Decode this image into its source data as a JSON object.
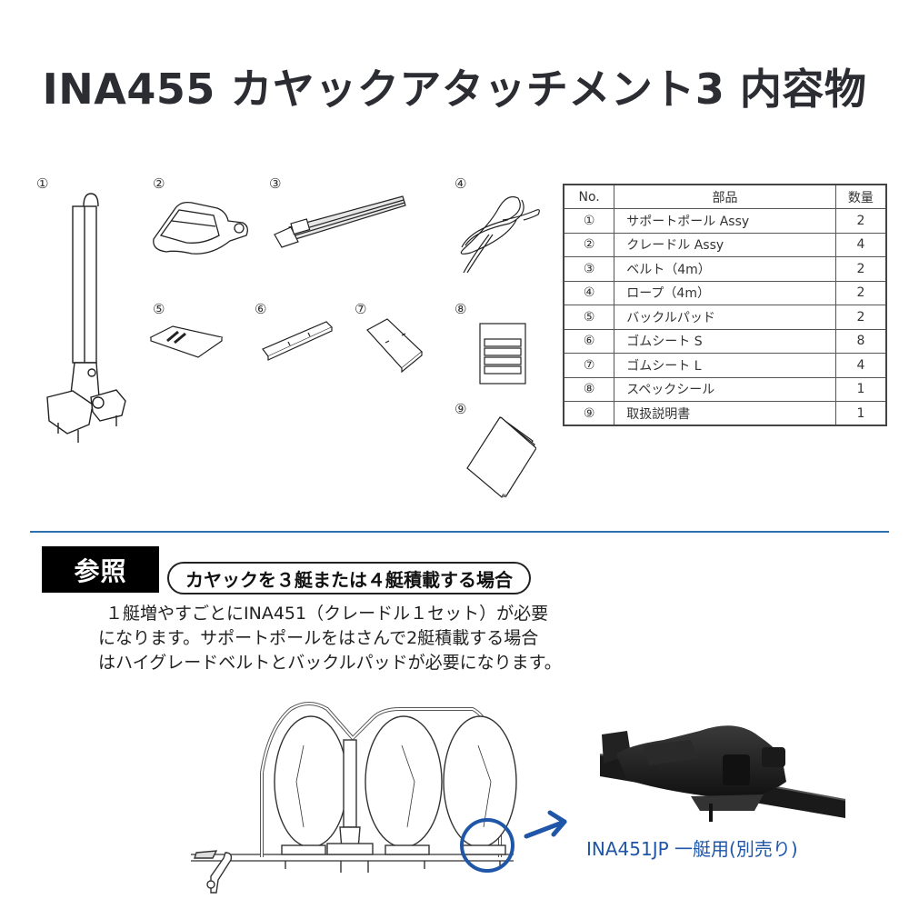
{
  "header": {
    "title": "INA455 カヤックアタッチメント3 内容物"
  },
  "parts_labels": [
    "①",
    "②",
    "③",
    "④",
    "⑤",
    "⑥",
    "⑦",
    "⑧",
    "⑨"
  ],
  "parts_table": {
    "headers": {
      "no": "No.",
      "name": "部品",
      "qty": "数量"
    },
    "rows": [
      {
        "no": "①",
        "name": "サポートポール Assy",
        "qty": "2"
      },
      {
        "no": "②",
        "name": "クレードル Assy",
        "qty": "4"
      },
      {
        "no": "③",
        "name": "ベルト（4m）",
        "qty": "2"
      },
      {
        "no": "④",
        "name": "ロープ（4m）",
        "qty": "2"
      },
      {
        "no": "⑤",
        "name": "バックルパッド",
        "qty": "2"
      },
      {
        "no": "⑥",
        "name": "ゴムシート S",
        "qty": "8"
      },
      {
        "no": "⑦",
        "name": "ゴムシート L",
        "qty": "4"
      },
      {
        "no": "⑧",
        "name": "スペックシール",
        "qty": "1"
      },
      {
        "no": "⑨",
        "name": "取扱説明書",
        "qty": "1"
      }
    ]
  },
  "reference": {
    "badge": "参照",
    "heading": "カヤックを３艇または４艇積載する場合",
    "body_lines": [
      "１艇増やすごとにINA451（クレードル１セット）が必要",
      "になります。サポートポールをはさんで2艇積載する場合",
      "はハイグレードベルトとバックルパッドが必要になります。"
    ]
  },
  "product": {
    "caption": "INA451JP 一艇用(別売り)"
  },
  "colors": {
    "title": "#2b2d33",
    "accent_blue": "#1f56a8",
    "divider": "#2f6fad",
    "badge_bg": "#000000"
  }
}
